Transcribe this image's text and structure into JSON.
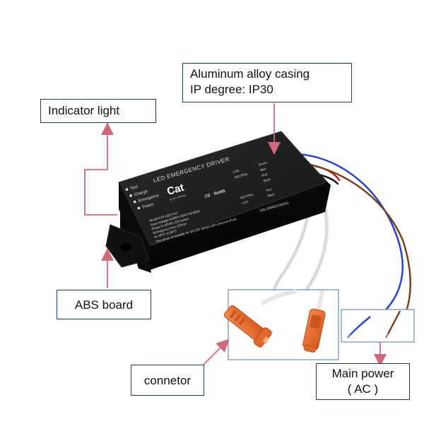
{
  "colors": {
    "arrow": "#d06a7a",
    "box_border": "#1f3b57",
    "casing": "#1b1b1b",
    "connector": "#e2672a"
  },
  "callouts": {
    "casing_line1": "Aluminum alloy casing",
    "casing_line2": "IP degree: IP30",
    "indicator": "Indicator light",
    "abs_board": "ABS board",
    "connector": "connetor",
    "main_power_line1": "Main power",
    "main_power_line2": "( AC )"
  },
  "device": {
    "title": "LED EMERGENCY DRIVER",
    "brand": "Cat",
    "brand_sub": "QI XIU LIGHTING",
    "indicators": [
      "Test",
      "Charge",
      "Emergency",
      "Power"
    ],
    "spec_lines": [
      "Model:FAT-LED-F1C",
      "Input voltage:AC85V-265V 50-60Hz",
      "Power:5-200W LED lamps",
      "Emergency time:120min",
      "ta:-45°C    tc:80°C"
    ],
    "footer_note": "This driver is suitable for all LED lamps with external driver.",
    "serial": "S/N:199932100011",
    "wire_labels": [
      "LIVE",
      "NEUTRAL",
      "NEUTRAL",
      "LIVE"
    ],
    "wire_colors": [
      "Brown",
      "Blue",
      "Red",
      "Black",
      "Red",
      "Black"
    ]
  }
}
